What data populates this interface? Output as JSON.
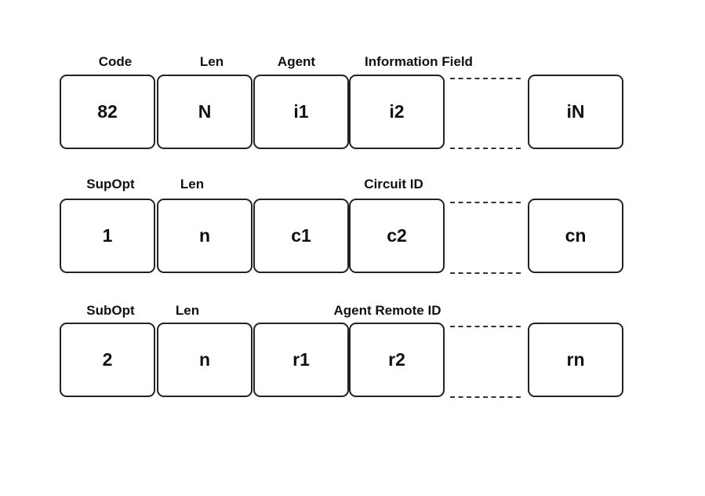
{
  "rows": [
    {
      "headers": [
        "Code",
        "Len",
        "Agent",
        "Information Field"
      ],
      "cells": [
        "82",
        "N",
        "i1",
        "i2",
        "iN"
      ]
    },
    {
      "headers": [
        "SupOpt",
        "Len",
        "Circuit ID"
      ],
      "cells": [
        "1",
        "n",
        "c1",
        "c2",
        "cn"
      ]
    },
    {
      "headers": [
        "SubOpt",
        "Len",
        "Agent Remote ID"
      ],
      "cells": [
        "2",
        "n",
        "r1",
        "r2",
        "rn"
      ]
    }
  ]
}
